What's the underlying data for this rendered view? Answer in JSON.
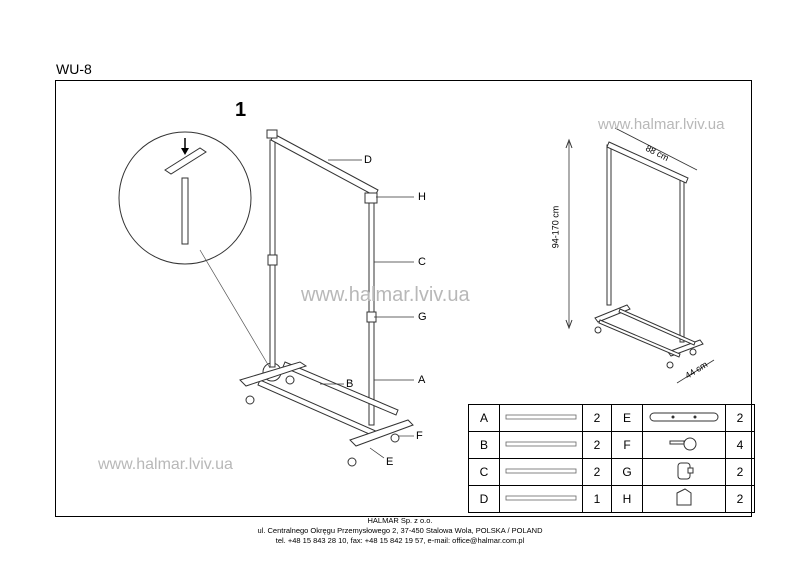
{
  "model": "WU-8",
  "step": "1",
  "watermark": "www.halmar.lviv.ua",
  "labels": {
    "D": "D",
    "H": "H",
    "C": "C",
    "G": "G",
    "B": "B",
    "A": "A",
    "F": "F",
    "E": "E"
  },
  "dimensions": {
    "width": "88 cm",
    "height": "94-170 cm",
    "depth": "44 cm"
  },
  "parts": [
    {
      "left": {
        "letter": "A",
        "qty": "2"
      },
      "right": {
        "letter": "E",
        "qty": "2"
      }
    },
    {
      "left": {
        "letter": "B",
        "qty": "2"
      },
      "right": {
        "letter": "F",
        "qty": "4"
      }
    },
    {
      "left": {
        "letter": "C",
        "qty": "2"
      },
      "right": {
        "letter": "G",
        "qty": "2"
      }
    },
    {
      "left": {
        "letter": "D",
        "qty": "1"
      },
      "right": {
        "letter": "H",
        "qty": "2"
      }
    }
  ],
  "footer": {
    "company": "HALMAR Sp. z o.o.",
    "address": "ul. Centralnego Okręgu Przemysłowego 2, 37-450 Stalowa Wola, POLSKA / POLAND",
    "contact": "tel. +48 15 843 28 10, fax: +48 15 842 19 57, e-mail: office@halmar.com.pl"
  }
}
